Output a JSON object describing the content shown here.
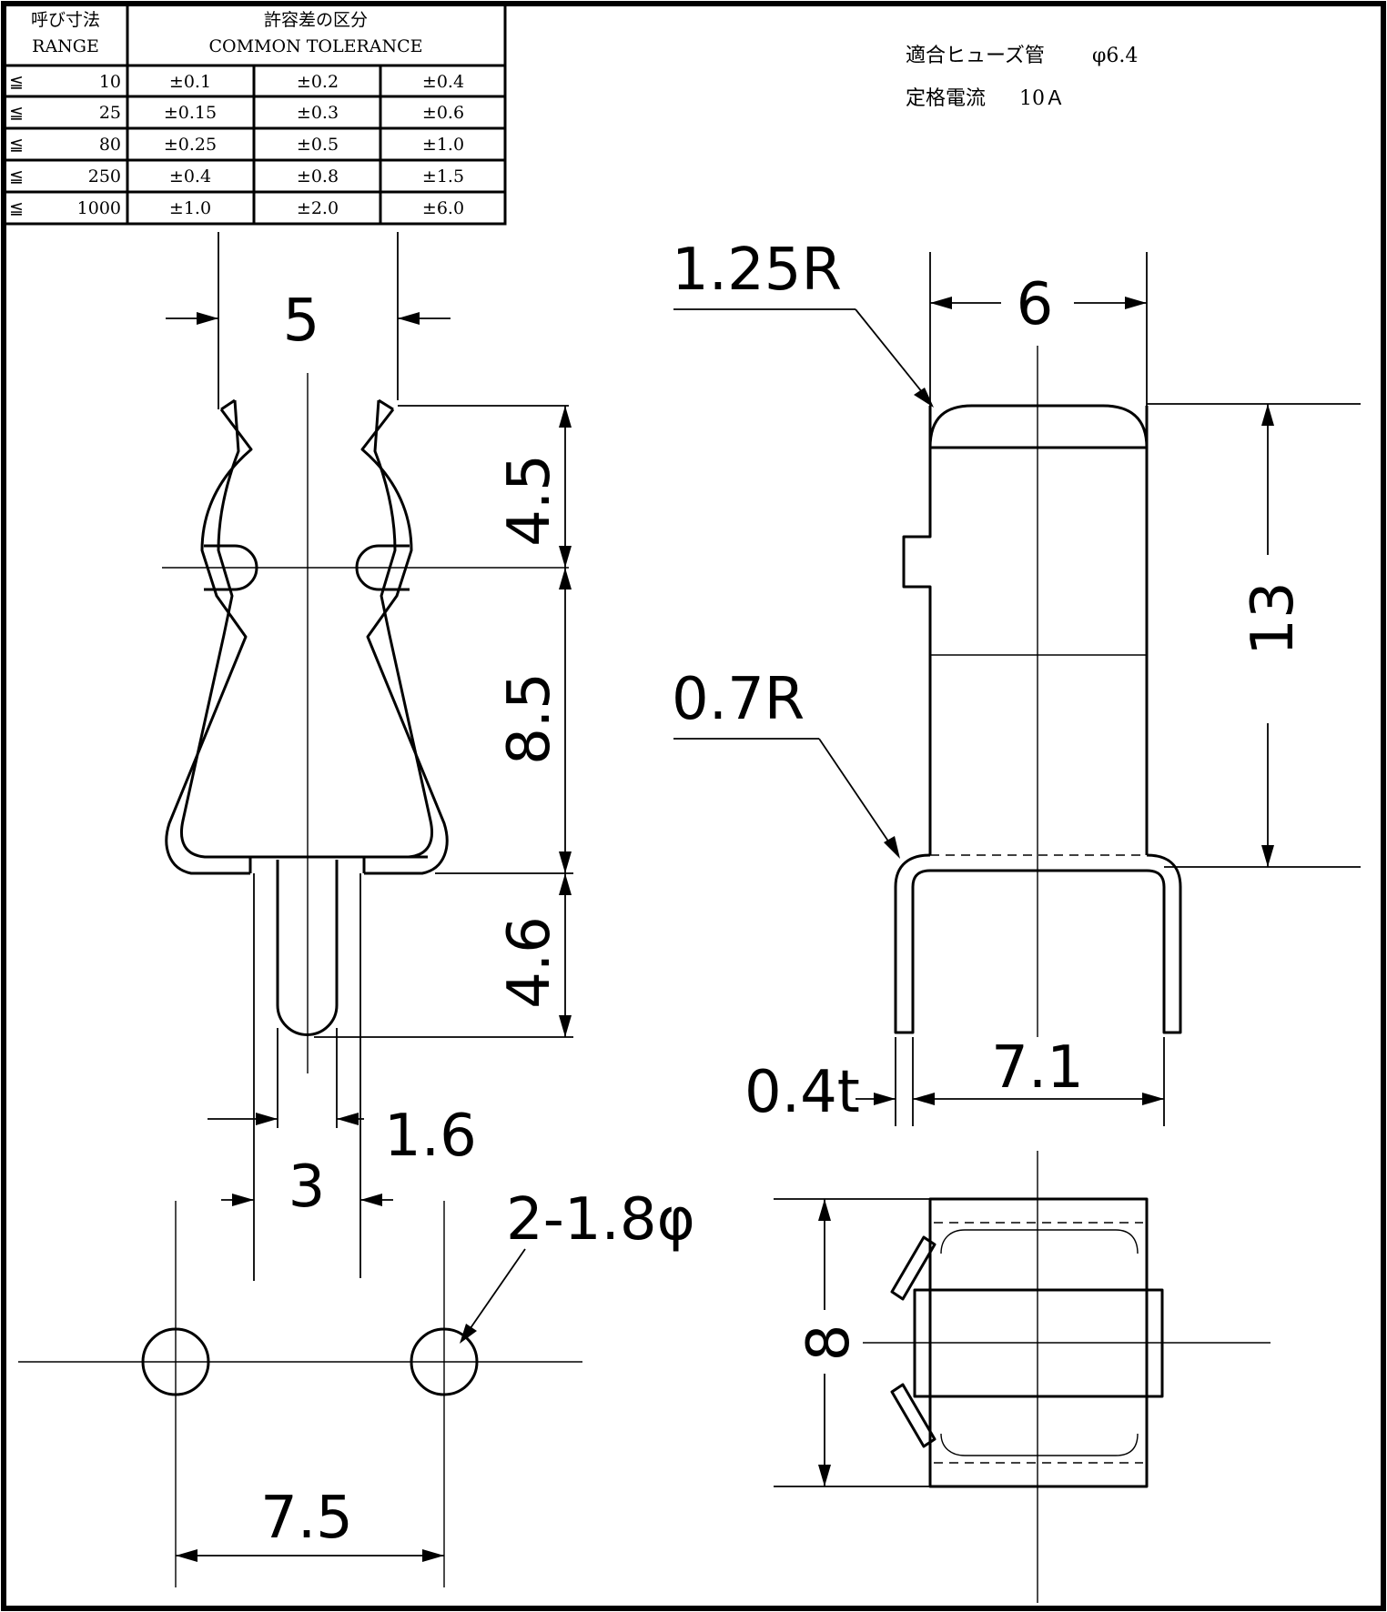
{
  "tolerance_table": {
    "range_header_ja": "呼び寸法",
    "range_header_en": "RANGE",
    "tolerance_header_ja": "許容差の区分",
    "tolerance_header_en": "COMMON TOLERANCE",
    "rows": [
      {
        "symbol": "≦",
        "range": "10",
        "t1": "±0.1",
        "t2": "±0.2",
        "t3": "±0.4"
      },
      {
        "symbol": "≦",
        "range": "25",
        "t1": "±0.15",
        "t2": "±0.3",
        "t3": "±0.6"
      },
      {
        "symbol": "≦",
        "range": "80",
        "t1": "±0.25",
        "t2": "±0.5",
        "t3": "±1.0"
      },
      {
        "symbol": "≦",
        "range": "250",
        "t1": "±0.4",
        "t2": "±0.8",
        "t3": "±1.5"
      },
      {
        "symbol": "≦",
        "range": "1000",
        "t1": "±1.0",
        "t2": "±2.0",
        "t3": "±6.0"
      }
    ]
  },
  "notes": {
    "fuse_label": "適合ヒューズ管",
    "fuse_value": "φ6.4",
    "current_label": "定格電流",
    "current_value": "10Ａ"
  },
  "dimensions": {
    "top_width": "5",
    "upper_height": "4.5",
    "middle_height": "8.5",
    "pin_length": "4.6",
    "pin_width": "1.6",
    "pin_span": "3",
    "hole_spec": "2-1.8φ",
    "hole_pitch": "7.5",
    "corner_radius_top": "1.25R",
    "side_width": "6",
    "side_height": "13",
    "corner_radius_bottom": "0.7R",
    "thickness": "0.4t",
    "leg_span": "7.1",
    "bottom_depth": "8"
  }
}
